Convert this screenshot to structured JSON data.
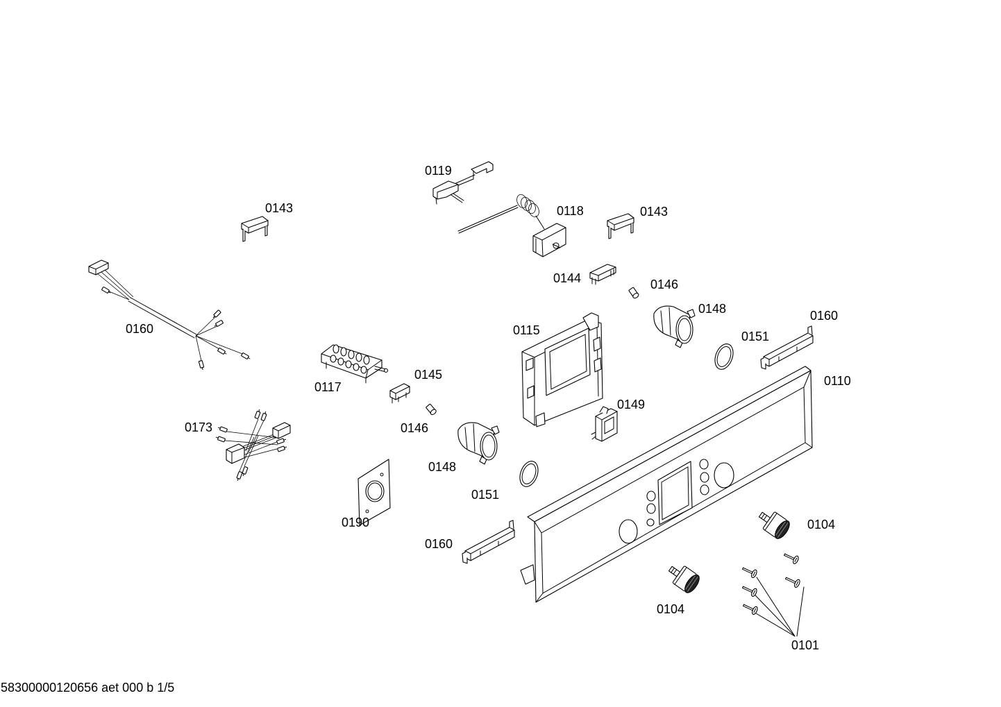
{
  "colors": {
    "line": "#000000",
    "background": "#ffffff"
  },
  "callouts": [
    "0119",
    "0143",
    "0118",
    "0143",
    "0144",
    "0146",
    "0160",
    "0148",
    "0115",
    "0160",
    "0151",
    "0117",
    "0145",
    "0110",
    "0149",
    "0173",
    "0146",
    "0148",
    "0151",
    "0190",
    "0104",
    "0160",
    "0104",
    "0101"
  ],
  "footer": "58300000120656 aet 000 b 1/5"
}
